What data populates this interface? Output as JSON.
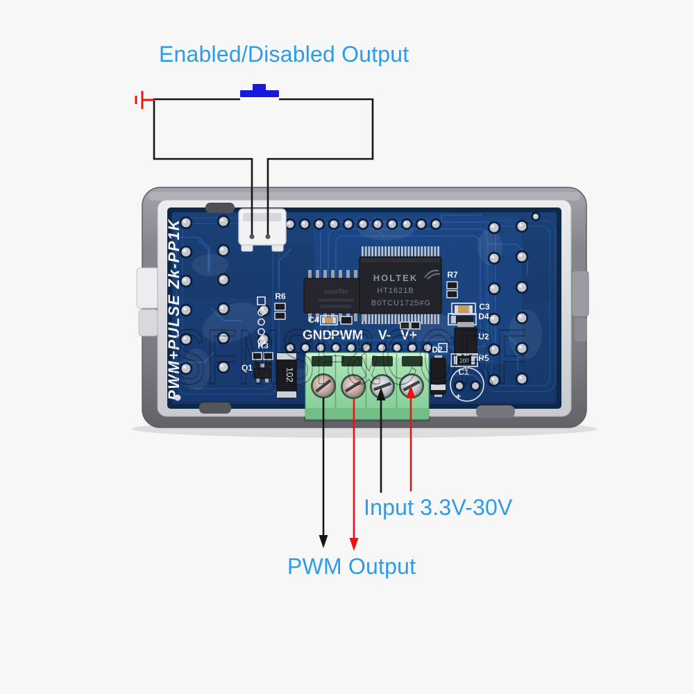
{
  "image_type": "annotated-product-wiring-diagram",
  "annotations": {
    "top_label": "Enabled/Disabled Output",
    "input_label": "Input 3.3V-30V",
    "output_label": "PWM Output",
    "label_color": "#2E9BE9",
    "wire_color": "#151515",
    "positive_wire_color": "#EF1111",
    "switch_icon_color": "#1618DD"
  },
  "board": {
    "model_silkscreen": "PWM+PULSE Zk-PP1K",
    "terminals": [
      "GND",
      "PWM",
      "V-",
      "V+"
    ],
    "main_chip": {
      "brand": "HOLTEK",
      "part": "HT1621B",
      "batch": "B0TCU1725#G"
    },
    "second_chip": {
      "brand": "nuvoTon"
    },
    "refs": {
      "r3": "R3",
      "r5": "R5",
      "r6": "R6",
      "r7": "R7",
      "c1": "C1",
      "c3": "C3",
      "c4": "C4",
      "d2": "D2",
      "d4": "D4",
      "u2": "U2",
      "q1": "Q1"
    },
    "values": {
      "resistor_102": "102",
      "resistor_200": "200",
      "c1_polarity": "+"
    },
    "colors": {
      "pcb": "#17396B",
      "trace": "#2F62B2",
      "terminal_block": "#84CC96",
      "case": "#84848C",
      "silkscreen": "#F2F4F7"
    }
  },
  "watermark": {
    "text": "SFMSF&CORF"
  }
}
